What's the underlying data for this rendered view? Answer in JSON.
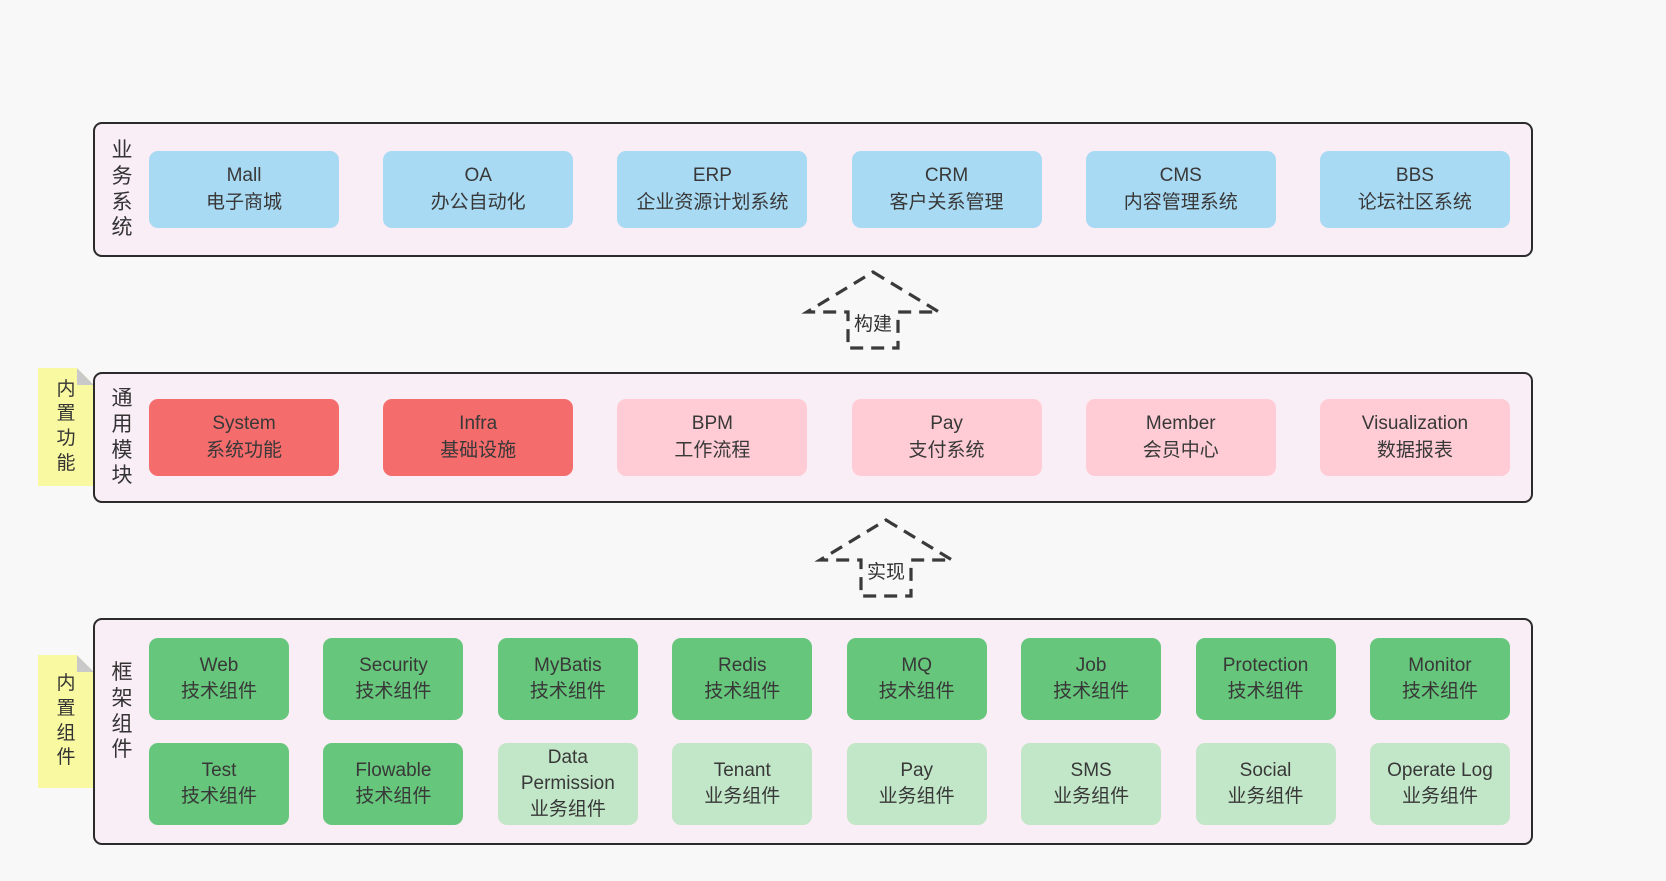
{
  "diagram": {
    "sections": [
      {
        "label": "业务系统",
        "boxes": [
          {
            "title": "Mall",
            "subtitle": "电子商城"
          },
          {
            "title": "OA",
            "subtitle": "办公自动化"
          },
          {
            "title": "ERP",
            "subtitle": "企业资源计划系统"
          },
          {
            "title": "CRM",
            "subtitle": "客户关系管理"
          },
          {
            "title": "CMS",
            "subtitle": "内容管理系统"
          },
          {
            "title": "BBS",
            "subtitle": "论坛社区系统"
          }
        ]
      },
      {
        "label": "通用模块",
        "note": "内置功能",
        "boxes": [
          {
            "title": "System",
            "subtitle": "系统功能"
          },
          {
            "title": "Infra",
            "subtitle": "基础设施"
          },
          {
            "title": "BPM",
            "subtitle": "工作流程"
          },
          {
            "title": "Pay",
            "subtitle": "支付系统"
          },
          {
            "title": "Member",
            "subtitle": "会员中心"
          },
          {
            "title": "Visualization",
            "subtitle": "数据报表"
          }
        ]
      },
      {
        "label": "框架组件",
        "note": "内置组件",
        "box_rows": [
          [
            {
              "title": "Web",
              "subtitle": "技术组件"
            },
            {
              "title": "Security",
              "subtitle": "技术组件"
            },
            {
              "title": "MyBatis",
              "subtitle": "技术组件"
            },
            {
              "title": "Redis",
              "subtitle": "技术组件"
            },
            {
              "title": "MQ",
              "subtitle": "技术组件"
            },
            {
              "title": "Job",
              "subtitle": "技术组件"
            },
            {
              "title": "Protection",
              "subtitle": "技术组件"
            },
            {
              "title": "Monitor",
              "subtitle": "技术组件"
            }
          ],
          [
            {
              "title": "Test",
              "subtitle": "技术组件"
            },
            {
              "title": "Flowable",
              "subtitle": "技术组件"
            },
            {
              "title": "Data Permission",
              "subtitle": "业务组件"
            },
            {
              "title": "Tenant",
              "subtitle": "业务组件"
            },
            {
              "title": "Pay",
              "subtitle": "业务组件"
            },
            {
              "title": "SMS",
              "subtitle": "业务组件"
            },
            {
              "title": "Social",
              "subtitle": "业务组件"
            },
            {
              "title": "Operate Log",
              "subtitle": "业务组件"
            }
          ]
        ]
      }
    ],
    "arrows": [
      {
        "label": "构建"
      },
      {
        "label": "实现"
      }
    ],
    "palette": {
      "page_bg": "#f8f8f8",
      "panel_bg": "#f9edf6",
      "panel_border": "#2b2b2b",
      "box_blue": "#a9daf3",
      "box_red": "#f56c6c",
      "box_pink": "#ffccd5",
      "box_green": "#66c67b",
      "box_green_light": "#c2e7c8",
      "note_yellow": "#f9f9a2",
      "note_fold": "#c9c9c9",
      "text": "#3a3a3a"
    }
  }
}
